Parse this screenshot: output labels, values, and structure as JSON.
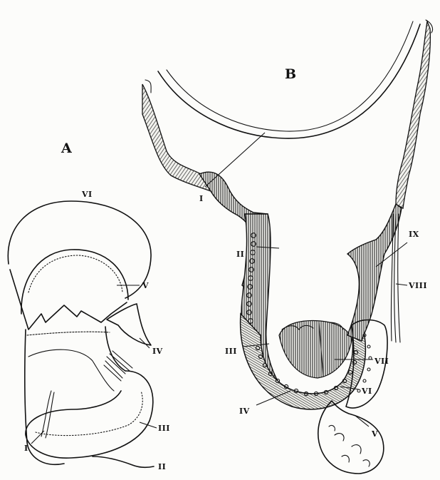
{
  "figure": {
    "panel_a": {
      "letter": "A",
      "labels": [
        "VI",
        "V",
        "IV",
        "III",
        "II",
        "I"
      ]
    },
    "panel_b": {
      "letter": "B",
      "labels": [
        "I",
        "II",
        "III",
        "IV",
        "V",
        "VI",
        "VII",
        "VIII",
        "IX"
      ]
    }
  }
}
